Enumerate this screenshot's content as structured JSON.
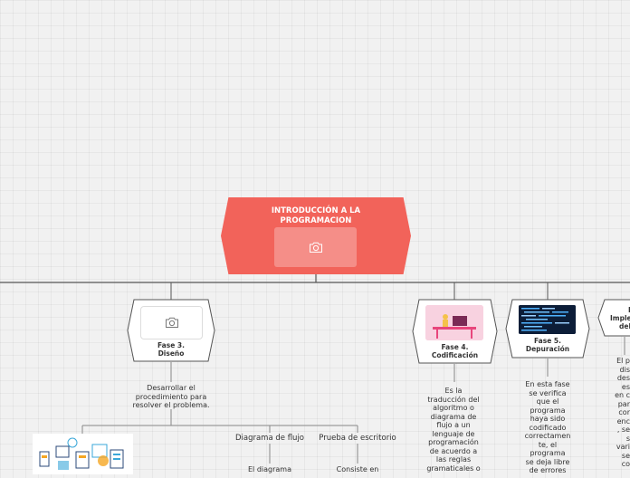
{
  "root": {
    "title_line1": "INTRODUCCIÓN A LA",
    "title_line2": "PROGRAMACION"
  },
  "phase3": {
    "title_line1": "Fase 3.",
    "title_line2": "Diseño",
    "text_lines": [
      "Desarrollar el",
      "procedimiento para",
      "resolver el problema."
    ],
    "sub_flow": "Diagrama de flujo",
    "sub_flow_text": "El diagrama",
    "sub_desk": "Prueba de escritorio",
    "sub_desk_text": "Consiste en"
  },
  "phase4": {
    "title_line1": "Fase 4.",
    "title_line2": "Codificación",
    "text_lines": [
      "Es la",
      "traducción del",
      "algoritmo o",
      "diagrama de",
      "flujo a un",
      "lenguaje de",
      "programación",
      "de acuerdo a",
      "las reglas",
      "gramaticales o"
    ]
  },
  "phase5": {
    "title_line1": "Fase 5.",
    "title_line2": "Depuración",
    "text_lines": [
      "En esta fase",
      "se verifica",
      "que el",
      "programa",
      "haya sido",
      "codificado",
      "correctamen",
      "te, el",
      "programa",
      "se deja libre",
      "de errores"
    ]
  },
  "phase6": {
    "title_line1": "F",
    "title_line2": "Imple",
    "title_line3": "del",
    "text_lines": [
      "El p",
      "dis",
      "des",
      "es",
      "en c",
      "par",
      "cor",
      "enc",
      ", se",
      "s",
      "vari",
      "se",
      "co"
    ]
  },
  "icons": [
    "camera-icon"
  ],
  "colors": {
    "root": "#f2635a",
    "line": "#555555"
  }
}
